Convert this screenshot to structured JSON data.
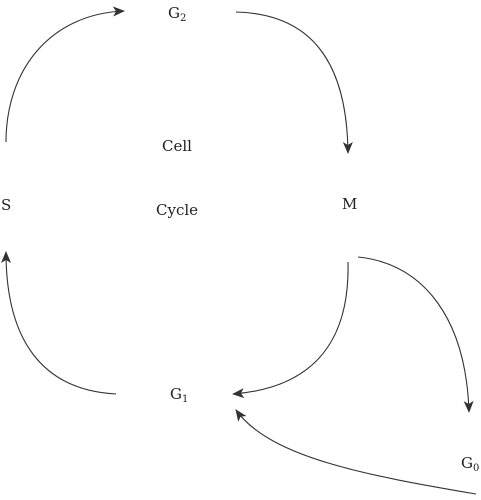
{
  "phases": {
    "g2": {
      "letter": "G",
      "sub": "2"
    },
    "s": {
      "letter": "S"
    },
    "m": {
      "letter": "M"
    },
    "g1": {
      "letter": "G",
      "sub": "1"
    },
    "g0": {
      "letter": "G",
      "sub": "0"
    }
  },
  "center": {
    "line1": "Cell",
    "line2": "Cycle"
  },
  "colors": {
    "stroke": "#333333",
    "text": "#222222"
  }
}
